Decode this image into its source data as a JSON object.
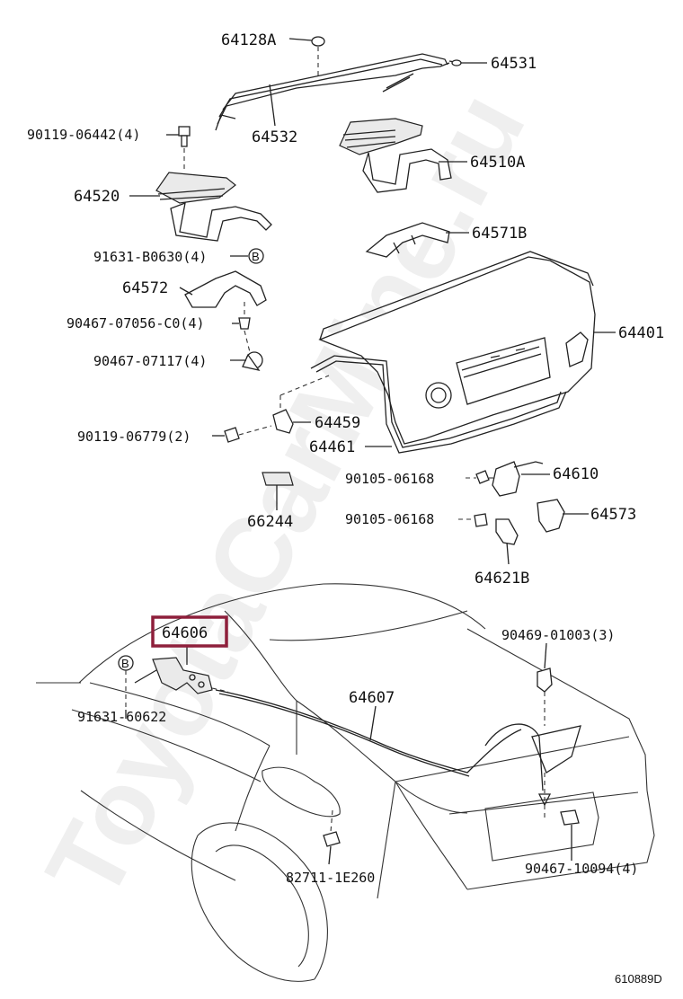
{
  "parts": {
    "p64128A": "64128A",
    "p64531": "64531",
    "p64532": "64532",
    "p90119_06442": "90119-06442(4)",
    "p64510A": "64510A",
    "p64520": "64520",
    "p64571B": "64571B",
    "p91631_B0630": "91631-B0630(4)",
    "p64572": "64572",
    "p90467_07056": "90467-07056-C0(4)",
    "p64401": "64401",
    "p90467_07117": "90467-07117(4)",
    "p64459": "64459",
    "p90119_06779": "90119-06779(2)",
    "p64461": "64461",
    "p90105_06168_a": "90105-06168",
    "p64610": "64610",
    "p66244": "66244",
    "p90105_06168_b": "90105-06168",
    "p64573": "64573",
    "p64621B": "64621B",
    "p64606": "64606",
    "p90469_01003": "90469-01003(3)",
    "p91631_60622": "91631-60622",
    "p64607": "64607",
    "p82711_1E260": "82711-1E260",
    "p90467_10094": "90467-10094(4)"
  },
  "markers": {
    "b1": "B",
    "b2": "B"
  },
  "diagram_code": "610889D",
  "watermark": "ToyotaCarMine.ru",
  "highlight_color": "#8e1f3b"
}
